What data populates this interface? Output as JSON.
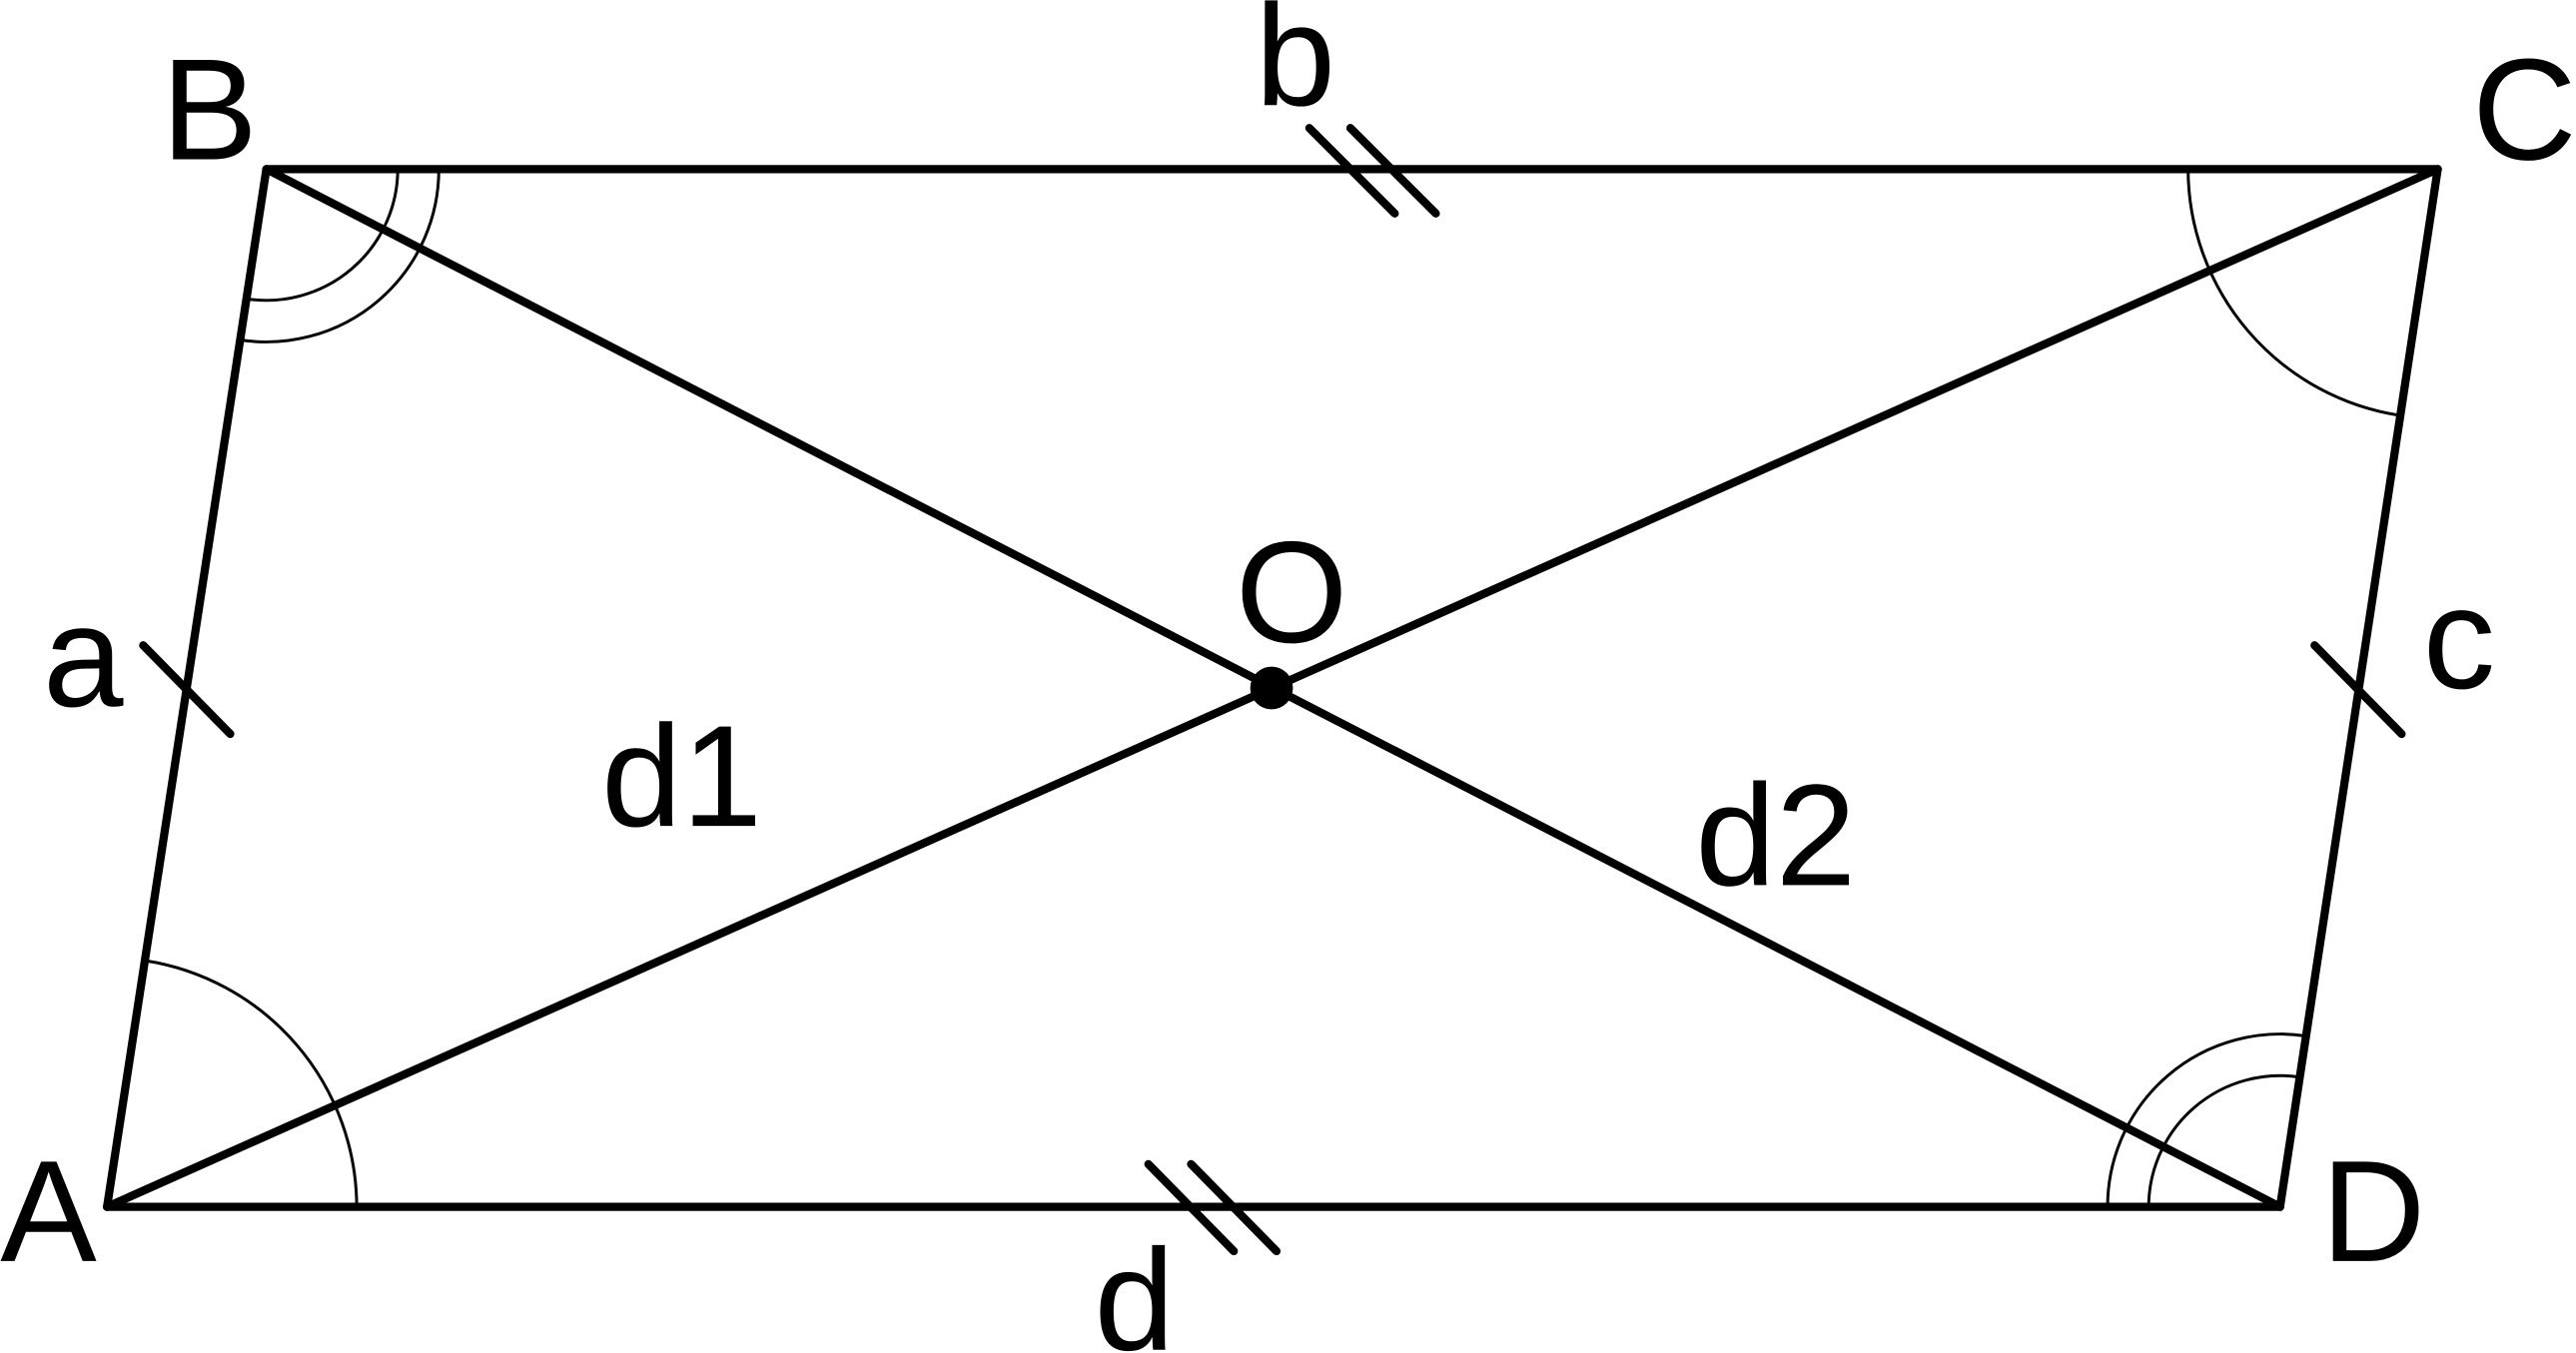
{
  "diagram": {
    "title": "Parallelogram ABCD with diagonals",
    "vertices": {
      "A": "A",
      "B": "B",
      "C": "C",
      "D": "D"
    },
    "center": "O",
    "sides": {
      "a": "a",
      "b": "b",
      "c": "c",
      "d": "d"
    },
    "diagonals": {
      "d1": "d1",
      "d2": "d2"
    },
    "colors": {
      "stroke": "#000000",
      "background": "#ffffff"
    }
  }
}
